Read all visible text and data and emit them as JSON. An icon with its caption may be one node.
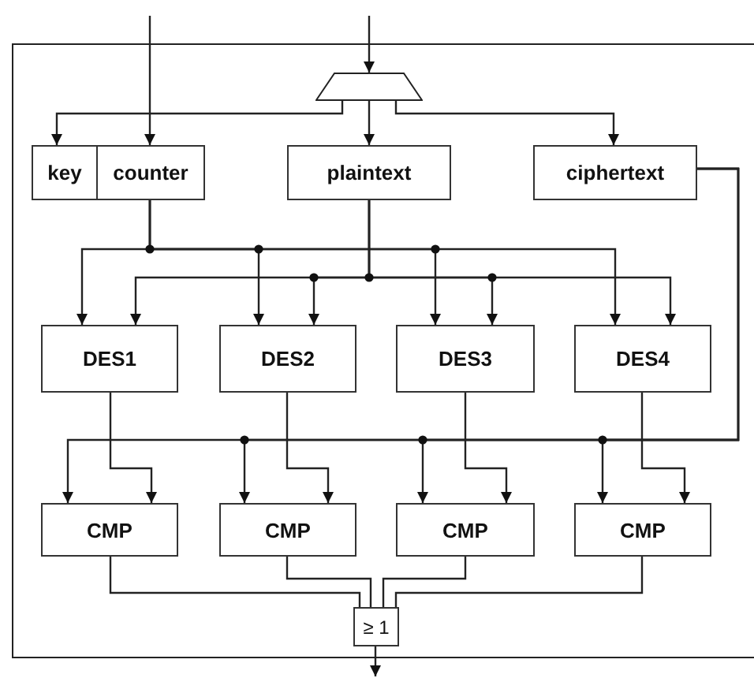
{
  "diagram": {
    "nodes": [
      {
        "text": [],
        "shape": "trapezoid"
      },
      {
        "text": [
          "key"
        ]
      },
      {
        "text": [
          "counter"
        ]
      },
      {
        "text": [
          "plaintext"
        ]
      },
      {
        "text": [
          "ciphertext"
        ]
      },
      {
        "text": [
          "DES1"
        ]
      },
      {
        "text": [
          "DES2"
        ]
      },
      {
        "text": [
          "DES3"
        ]
      },
      {
        "text": [
          "DES4"
        ]
      },
      {
        "text": [
          "CMP"
        ]
      },
      {
        "text": [
          "CMP"
        ]
      },
      {
        "text": [
          "CMP"
        ]
      },
      {
        "text": [
          "CMP"
        ]
      },
      {
        "text": [
          "≥ 1"
        ]
      }
    ],
    "edges": [
      {
        "from": null,
        "to": 2,
        "arrow": "to"
      },
      {
        "from": null,
        "to": 0,
        "arrow": "to"
      },
      {
        "from": 0,
        "to": 1,
        "arrow": "to"
      },
      {
        "from": 0,
        "to": 3,
        "arrow": "to"
      },
      {
        "from": 0,
        "to": 4,
        "arrow": "to"
      },
      {
        "from": 2,
        "to": 5,
        "arrow": "to"
      },
      {
        "from": 2,
        "to": 6,
        "arrow": "to"
      },
      {
        "from": 2,
        "to": 7,
        "arrow": "to"
      },
      {
        "from": 2,
        "to": 8,
        "arrow": "to"
      },
      {
        "from": 3,
        "to": 5,
        "arrow": "to"
      },
      {
        "from": 3,
        "to": 6,
        "arrow": "to"
      },
      {
        "from": 3,
        "to": 7,
        "arrow": "to"
      },
      {
        "from": 3,
        "to": 8,
        "arrow": "to"
      },
      {
        "from": 5,
        "to": 9,
        "arrow": "to"
      },
      {
        "from": 6,
        "to": 10,
        "arrow": "to"
      },
      {
        "from": 7,
        "to": 11,
        "arrow": "to"
      },
      {
        "from": 8,
        "to": 12,
        "arrow": "to"
      },
      {
        "from": 4,
        "to": 9,
        "arrow": "to"
      },
      {
        "from": 4,
        "to": 10,
        "arrow": "to"
      },
      {
        "from": 4,
        "to": 11,
        "arrow": "to"
      },
      {
        "from": 4,
        "to": 12,
        "arrow": "to"
      },
      {
        "from": 9,
        "to": 13,
        "arrow": "none"
      },
      {
        "from": 10,
        "to": 13,
        "arrow": "none"
      },
      {
        "from": 11,
        "to": 13,
        "arrow": "none"
      },
      {
        "from": 12,
        "to": 13,
        "arrow": "none"
      },
      {
        "from": 13,
        "to": null,
        "arrow": "to"
      }
    ]
  }
}
